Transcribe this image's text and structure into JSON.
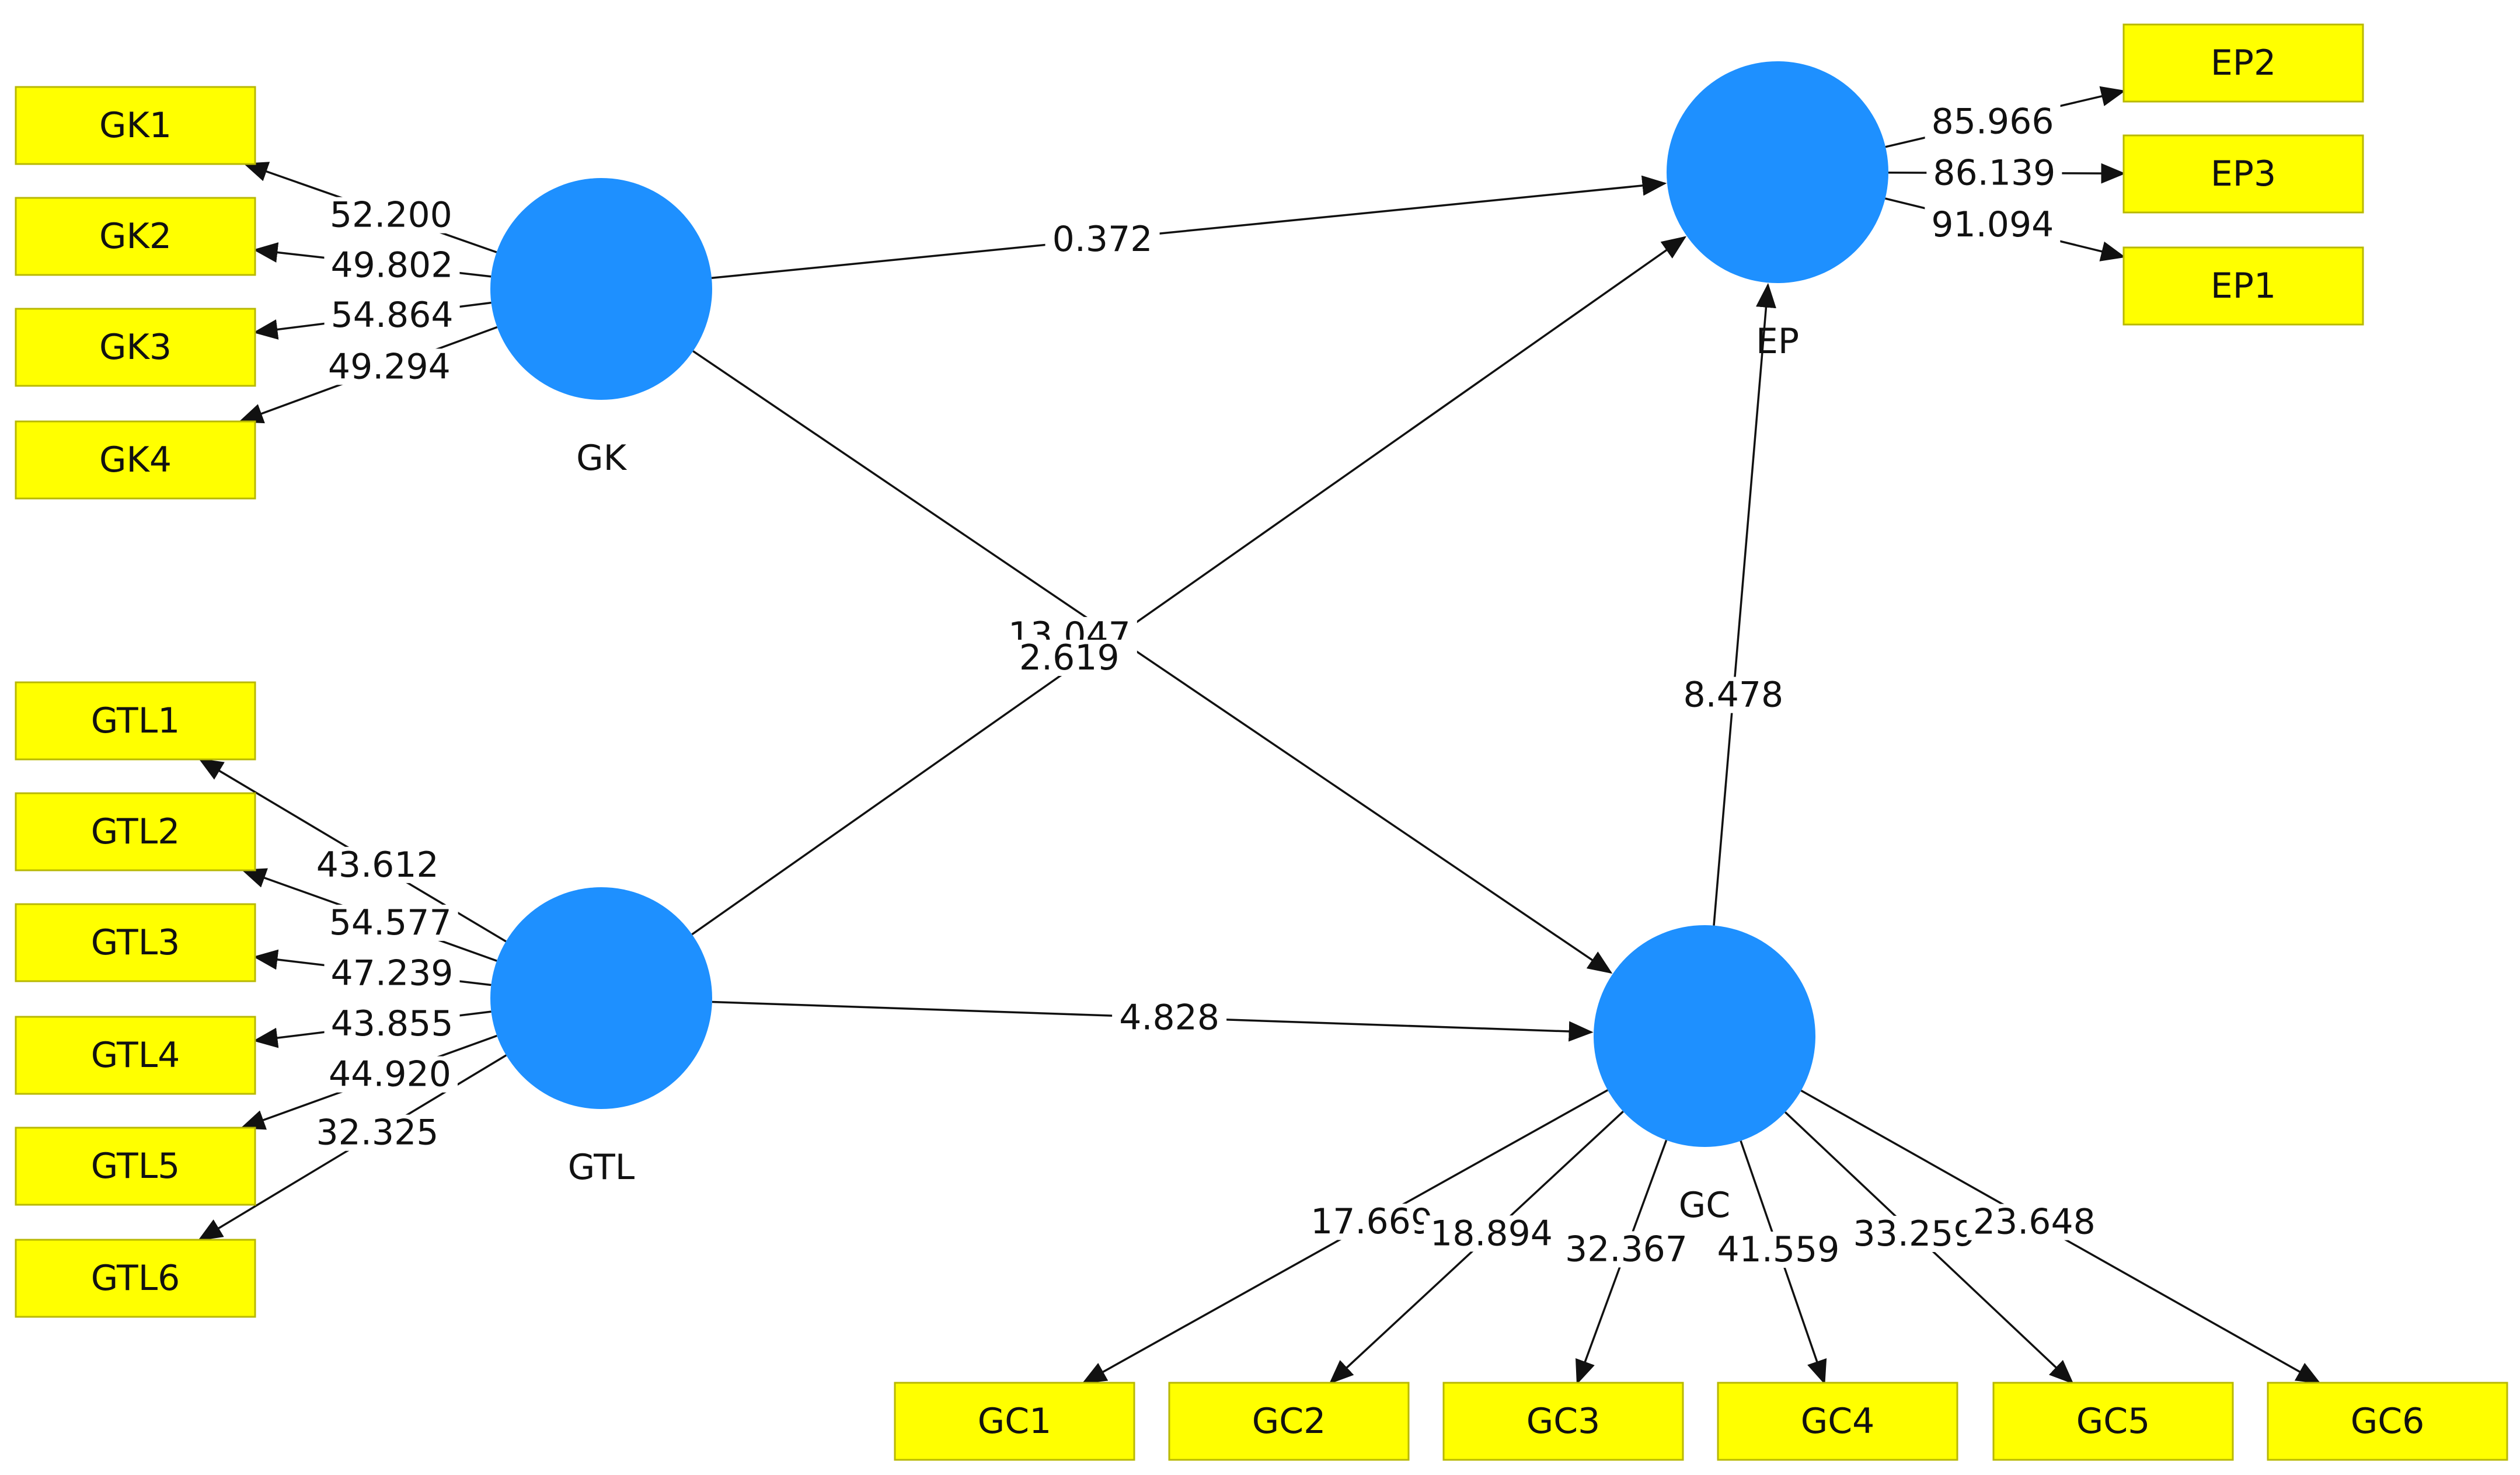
{
  "latents": [
    {
      "id": "GK",
      "label": "GK"
    },
    {
      "id": "GTL",
      "label": "GTL"
    },
    {
      "id": "EP",
      "label": "EP"
    },
    {
      "id": "GC",
      "label": "GC"
    }
  ],
  "indicators": [
    {
      "id": "GK1",
      "label": "GK1"
    },
    {
      "id": "GK2",
      "label": "GK2"
    },
    {
      "id": "GK3",
      "label": "GK3"
    },
    {
      "id": "GK4",
      "label": "GK4"
    },
    {
      "id": "GTL1",
      "label": "GTL1"
    },
    {
      "id": "GTL2",
      "label": "GTL2"
    },
    {
      "id": "GTL3",
      "label": "GTL3"
    },
    {
      "id": "GTL4",
      "label": "GTL4"
    },
    {
      "id": "GTL5",
      "label": "GTL5"
    },
    {
      "id": "GTL6",
      "label": "GTL6"
    },
    {
      "id": "EP2",
      "label": "EP2"
    },
    {
      "id": "EP3",
      "label": "EP3"
    },
    {
      "id": "EP1",
      "label": "EP1"
    },
    {
      "id": "GC1",
      "label": "GC1"
    },
    {
      "id": "GC2",
      "label": "GC2"
    },
    {
      "id": "GC3",
      "label": "GC3"
    },
    {
      "id": "GC4",
      "label": "GC4"
    },
    {
      "id": "GC5",
      "label": "GC5"
    },
    {
      "id": "GC6",
      "label": "GC6"
    }
  ],
  "paths": [
    {
      "from": "GK",
      "to": "EP",
      "value": "0.372"
    },
    {
      "from": "GK",
      "to": "GC",
      "value": "13.047"
    },
    {
      "from": "GTL",
      "to": "EP",
      "value": "2.619"
    },
    {
      "from": "GTL",
      "to": "GC",
      "value": "4.828"
    },
    {
      "from": "GC",
      "to": "EP",
      "value": "8.478"
    }
  ],
  "loadings": [
    {
      "from": "GK",
      "to": "GK1",
      "value": "52.200"
    },
    {
      "from": "GK",
      "to": "GK2",
      "value": "49.802"
    },
    {
      "from": "GK",
      "to": "GK3",
      "value": "54.864"
    },
    {
      "from": "GK",
      "to": "GK4",
      "value": "49.294"
    },
    {
      "from": "GTL",
      "to": "GTL1",
      "value": "43.612"
    },
    {
      "from": "GTL",
      "to": "GTL2",
      "value": "54.577"
    },
    {
      "from": "GTL",
      "to": "GTL3",
      "value": "47.239"
    },
    {
      "from": "GTL",
      "to": "GTL4",
      "value": "43.855"
    },
    {
      "from": "GTL",
      "to": "GTL5",
      "value": "44.920"
    },
    {
      "from": "GTL",
      "to": "GTL6",
      "value": "32.325"
    },
    {
      "from": "EP",
      "to": "EP2",
      "value": "85.966"
    },
    {
      "from": "EP",
      "to": "EP3",
      "value": "86.139"
    },
    {
      "from": "EP",
      "to": "EP1",
      "value": "91.094"
    },
    {
      "from": "GC",
      "to": "GC1",
      "value": "17.669"
    },
    {
      "from": "GC",
      "to": "GC2",
      "value": "18.894"
    },
    {
      "from": "GC",
      "to": "GC3",
      "value": "32.367"
    },
    {
      "from": "GC",
      "to": "GC4",
      "value": "41.559"
    },
    {
      "from": "GC",
      "to": "GC5",
      "value": "33.259"
    },
    {
      "from": "GC",
      "to": "GC6",
      "value": "23.648"
    }
  ]
}
